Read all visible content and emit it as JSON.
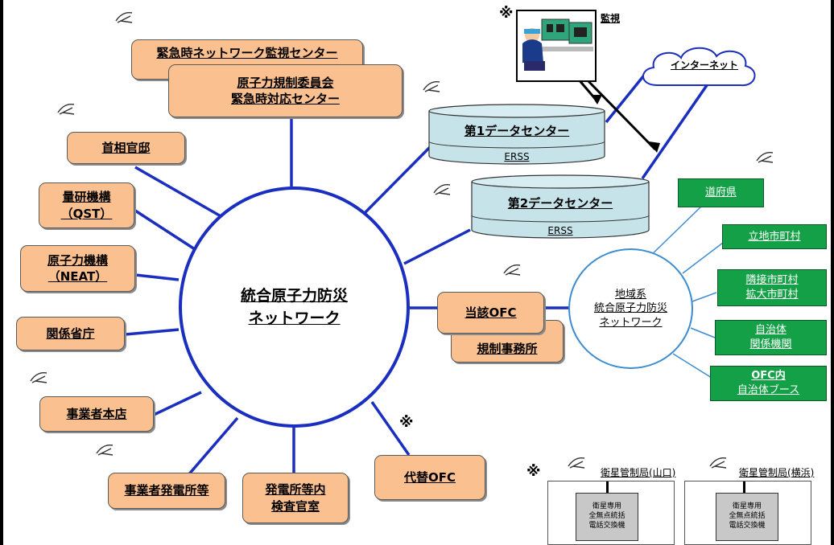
{
  "center": {
    "line1": "統合原子力防災",
    "line2": "ネットワーク"
  },
  "regional": {
    "line1": "地域系",
    "line2": "統合原子力防災",
    "line3": "ネットワーク"
  },
  "nodes": {
    "emergency_monitor": "緊急時ネットワーク監視センター",
    "nra_line1": "原子力規制委員会",
    "nra_line2": "緊急時対応センター",
    "pm_office": "首相官邸",
    "qst_line1": "量研機構",
    "qst_line2": "（QST）",
    "neat_line1": "原子力機構",
    "neat_line2": "（NEAT）",
    "ministries": "関係省庁",
    "operator_hq": "事業者本店",
    "operator_plant": "事業者発電所等",
    "inspector_line1": "発電所等内",
    "inspector_line2": "検査官室",
    "alt_ofc": "代替OFC",
    "local_ofc": "当該OFC",
    "reg_office": "規制事務所"
  },
  "datacenters": {
    "dc1": {
      "name": "第1データセンター",
      "sub": "ERSS"
    },
    "dc2": {
      "name": "第2データセンター",
      "sub": "ERSS"
    }
  },
  "internet": "インターネット",
  "monitor_label": "監視",
  "green": {
    "prefecture": "道府県",
    "host_muni": "立地市町村",
    "adjacent_line1": "隣接市町村",
    "adjacent_line2": "拡大市町村",
    "local_gov_line1": "自治体",
    "local_gov_line2": "関係機関",
    "ofc_booth_line1": "OFC内",
    "ofc_booth_line2": "自治体ブース"
  },
  "marks": {
    "note": "※"
  },
  "satellite": {
    "yamaguchi": "衛星管制局(山口)",
    "yokohama": "衛星管制局(横浜)",
    "exchange_line1": "衛星専用",
    "exchange_line2": "全無点統括",
    "exchange_line3": "電話交換機"
  },
  "colors": {
    "link": "#1a2fc0",
    "regional_link": "#3c8cd2",
    "node_fill": "#fac090",
    "green_fill": "#14a046",
    "datacenter_fill": "#c6e3ea"
  }
}
